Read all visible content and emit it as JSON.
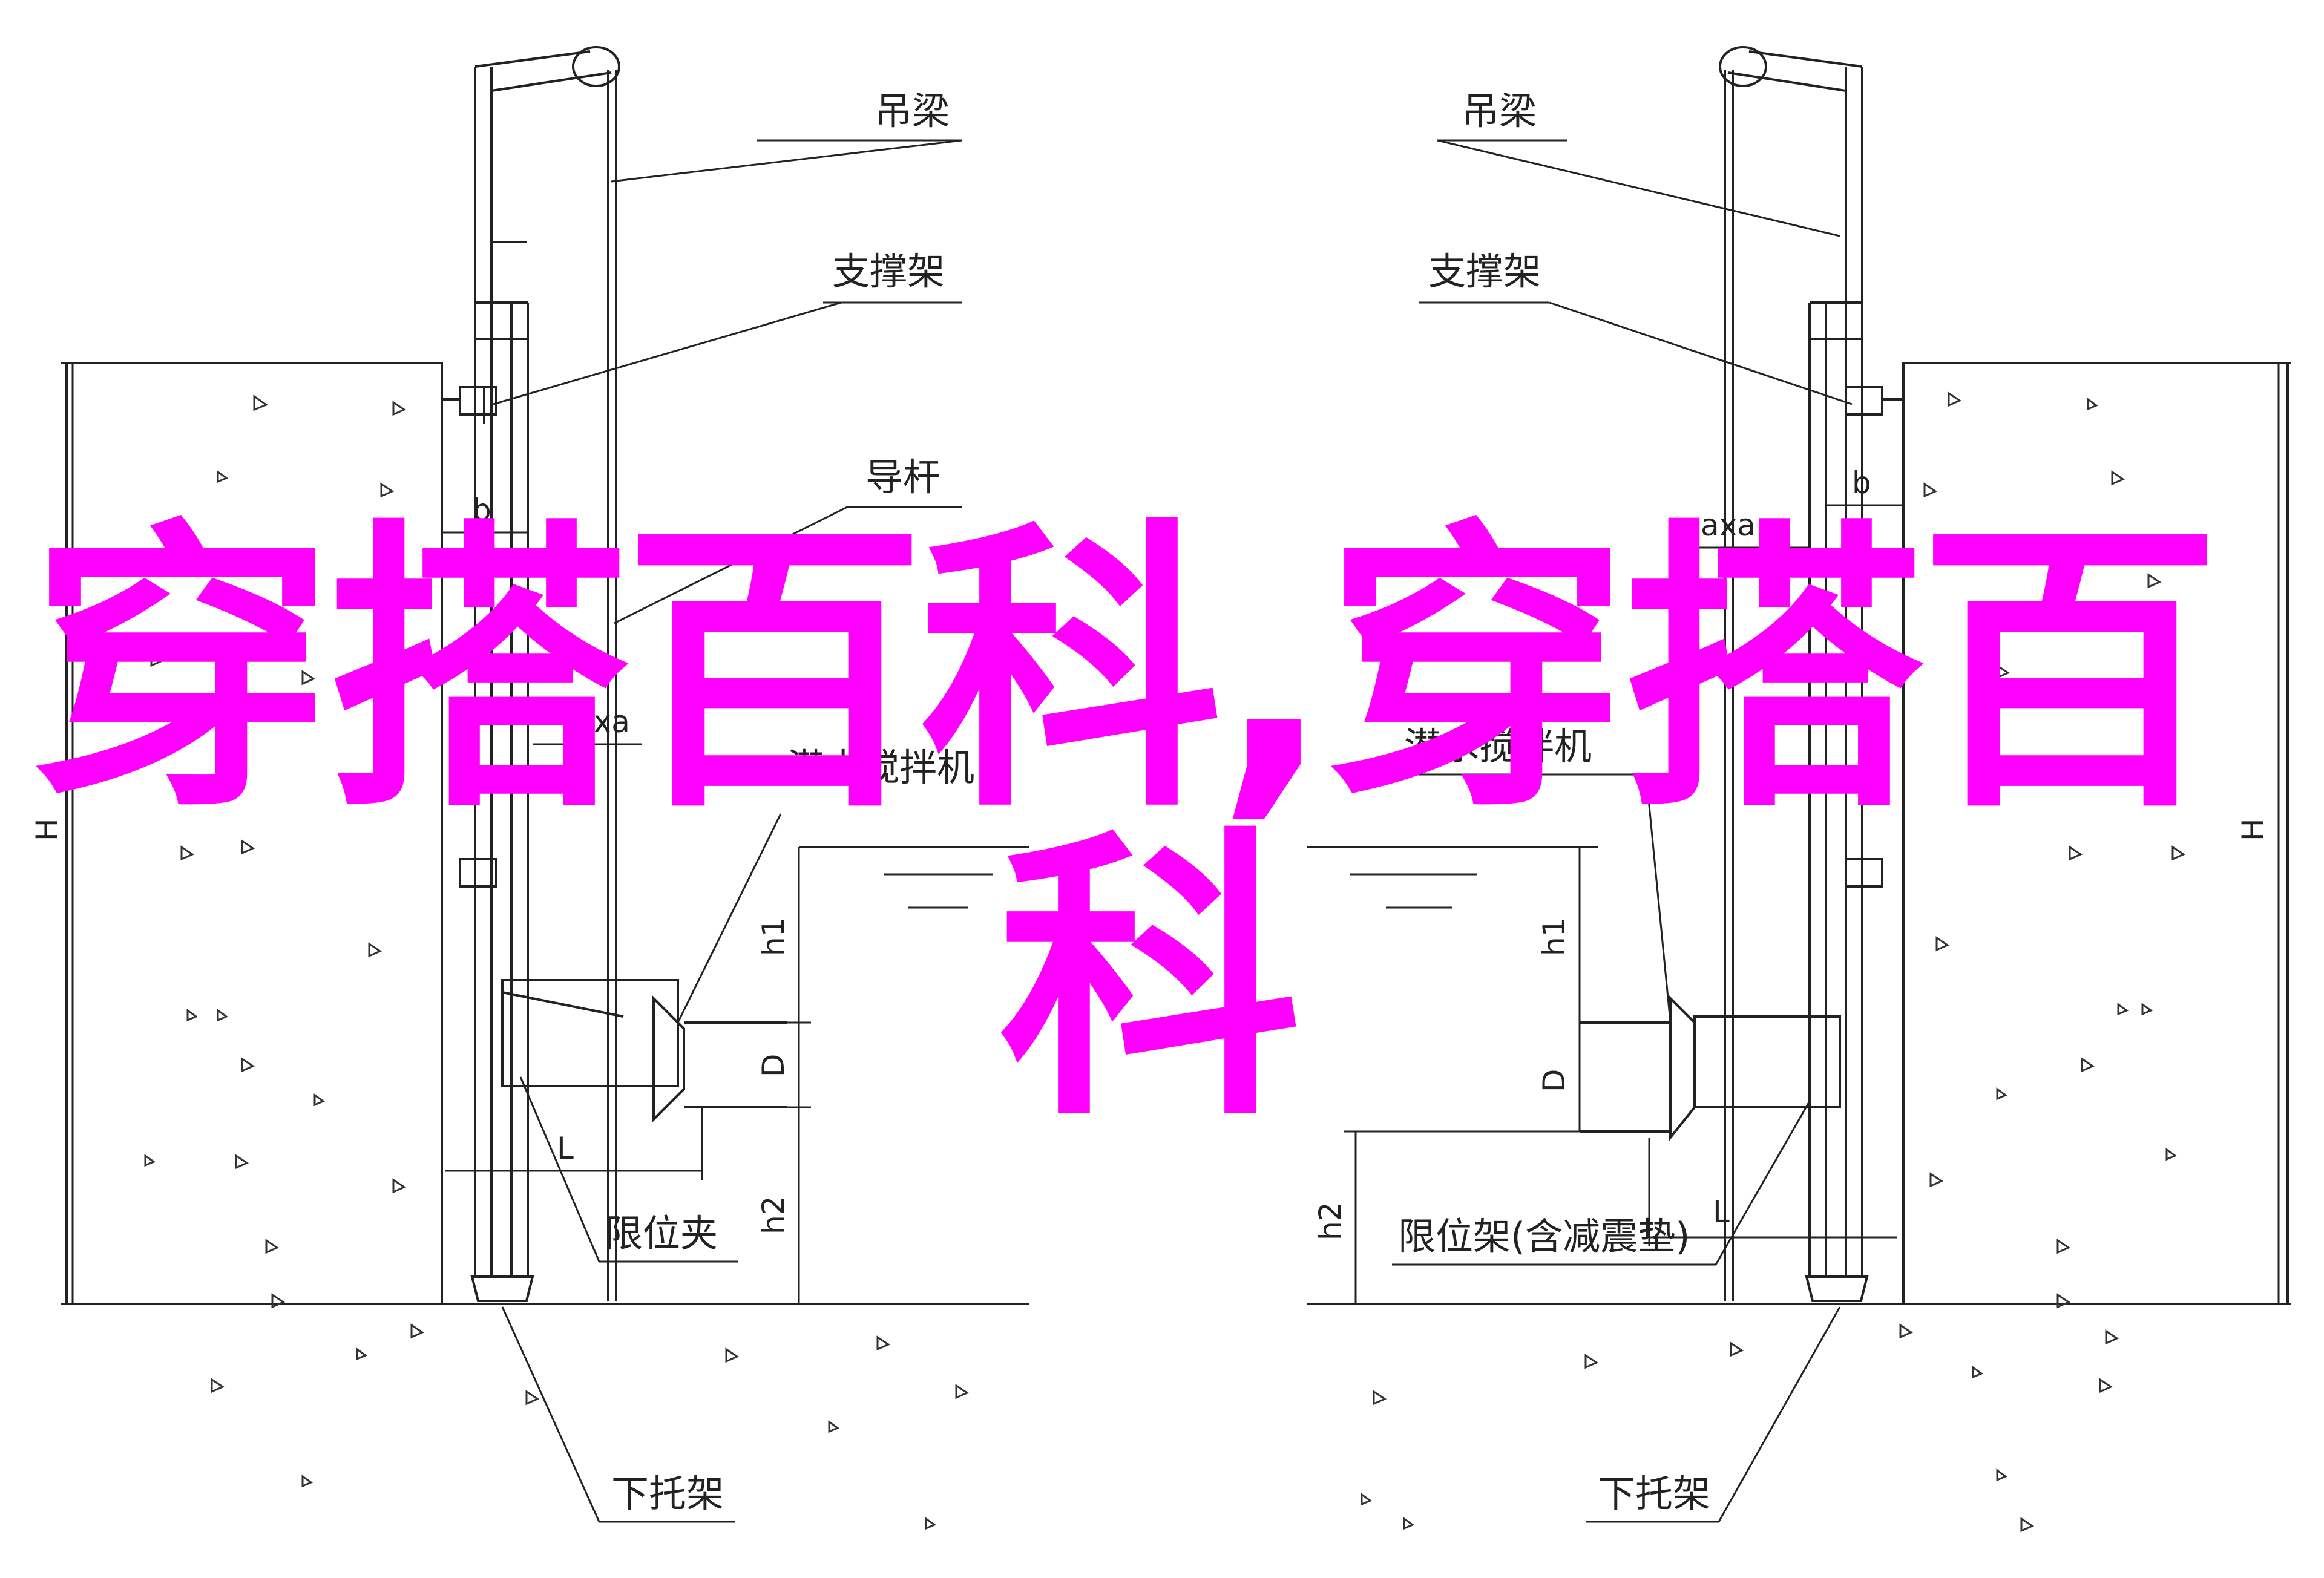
{
  "watermark": {
    "line1": "穿搭百科,穿搭百",
    "line2": "科",
    "color": "#ff00ff"
  },
  "left_diagram": {
    "labels": {
      "crane_beam": "吊梁",
      "support_frame": "支撑架",
      "guide_rod": "导杆",
      "mixer": "潜水搅拌机",
      "limit_clamp": "限位夹",
      "lower_bracket": "下托架"
    },
    "dims": {
      "H": "H",
      "b": "b",
      "axa": "axa",
      "h1": "h1",
      "D": "D",
      "L": "L",
      "h2": "h2"
    }
  },
  "right_diagram": {
    "labels": {
      "crane_beam": "吊梁",
      "support_frame": "支撑架",
      "mixer": "潜水搅拌机",
      "limit_frame": "限位架(含减震垫)",
      "lower_bracket": "下托架"
    },
    "dims": {
      "H": "H",
      "b": "b",
      "axa": "axa",
      "h1": "h1",
      "D": "D",
      "L": "L",
      "h2": "h2"
    }
  }
}
